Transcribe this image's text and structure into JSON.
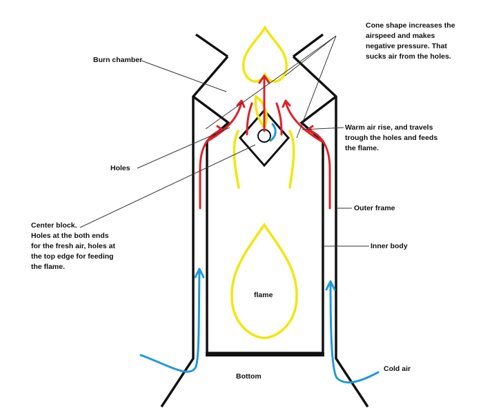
{
  "labels": {
    "cone": [
      "Cone shape increases the",
      "airspeed and makes",
      "negative pressure. That",
      "sucks air from the holes."
    ],
    "burn_chamber": "Burn chamber",
    "warm_air": [
      "Warm air rise, and travels",
      "trough the holes and feeds",
      "the flame."
    ],
    "holes": "Holes",
    "outer_frame": "Outer frame",
    "center_block": [
      "Center block.",
      "Holes at the both ends",
      "for the fresh air, holes at",
      "the top edge for feeding",
      "the flame."
    ],
    "inner_body": "Inner body",
    "flame": "flame",
    "cold_air": "Cold air",
    "bottom": "Bottom"
  },
  "colors": {
    "structure": "#111111",
    "flame": "#f2e60c",
    "hot_air": "#e0202a",
    "cold_air": "#1e9ad6",
    "leader": "#333333"
  }
}
